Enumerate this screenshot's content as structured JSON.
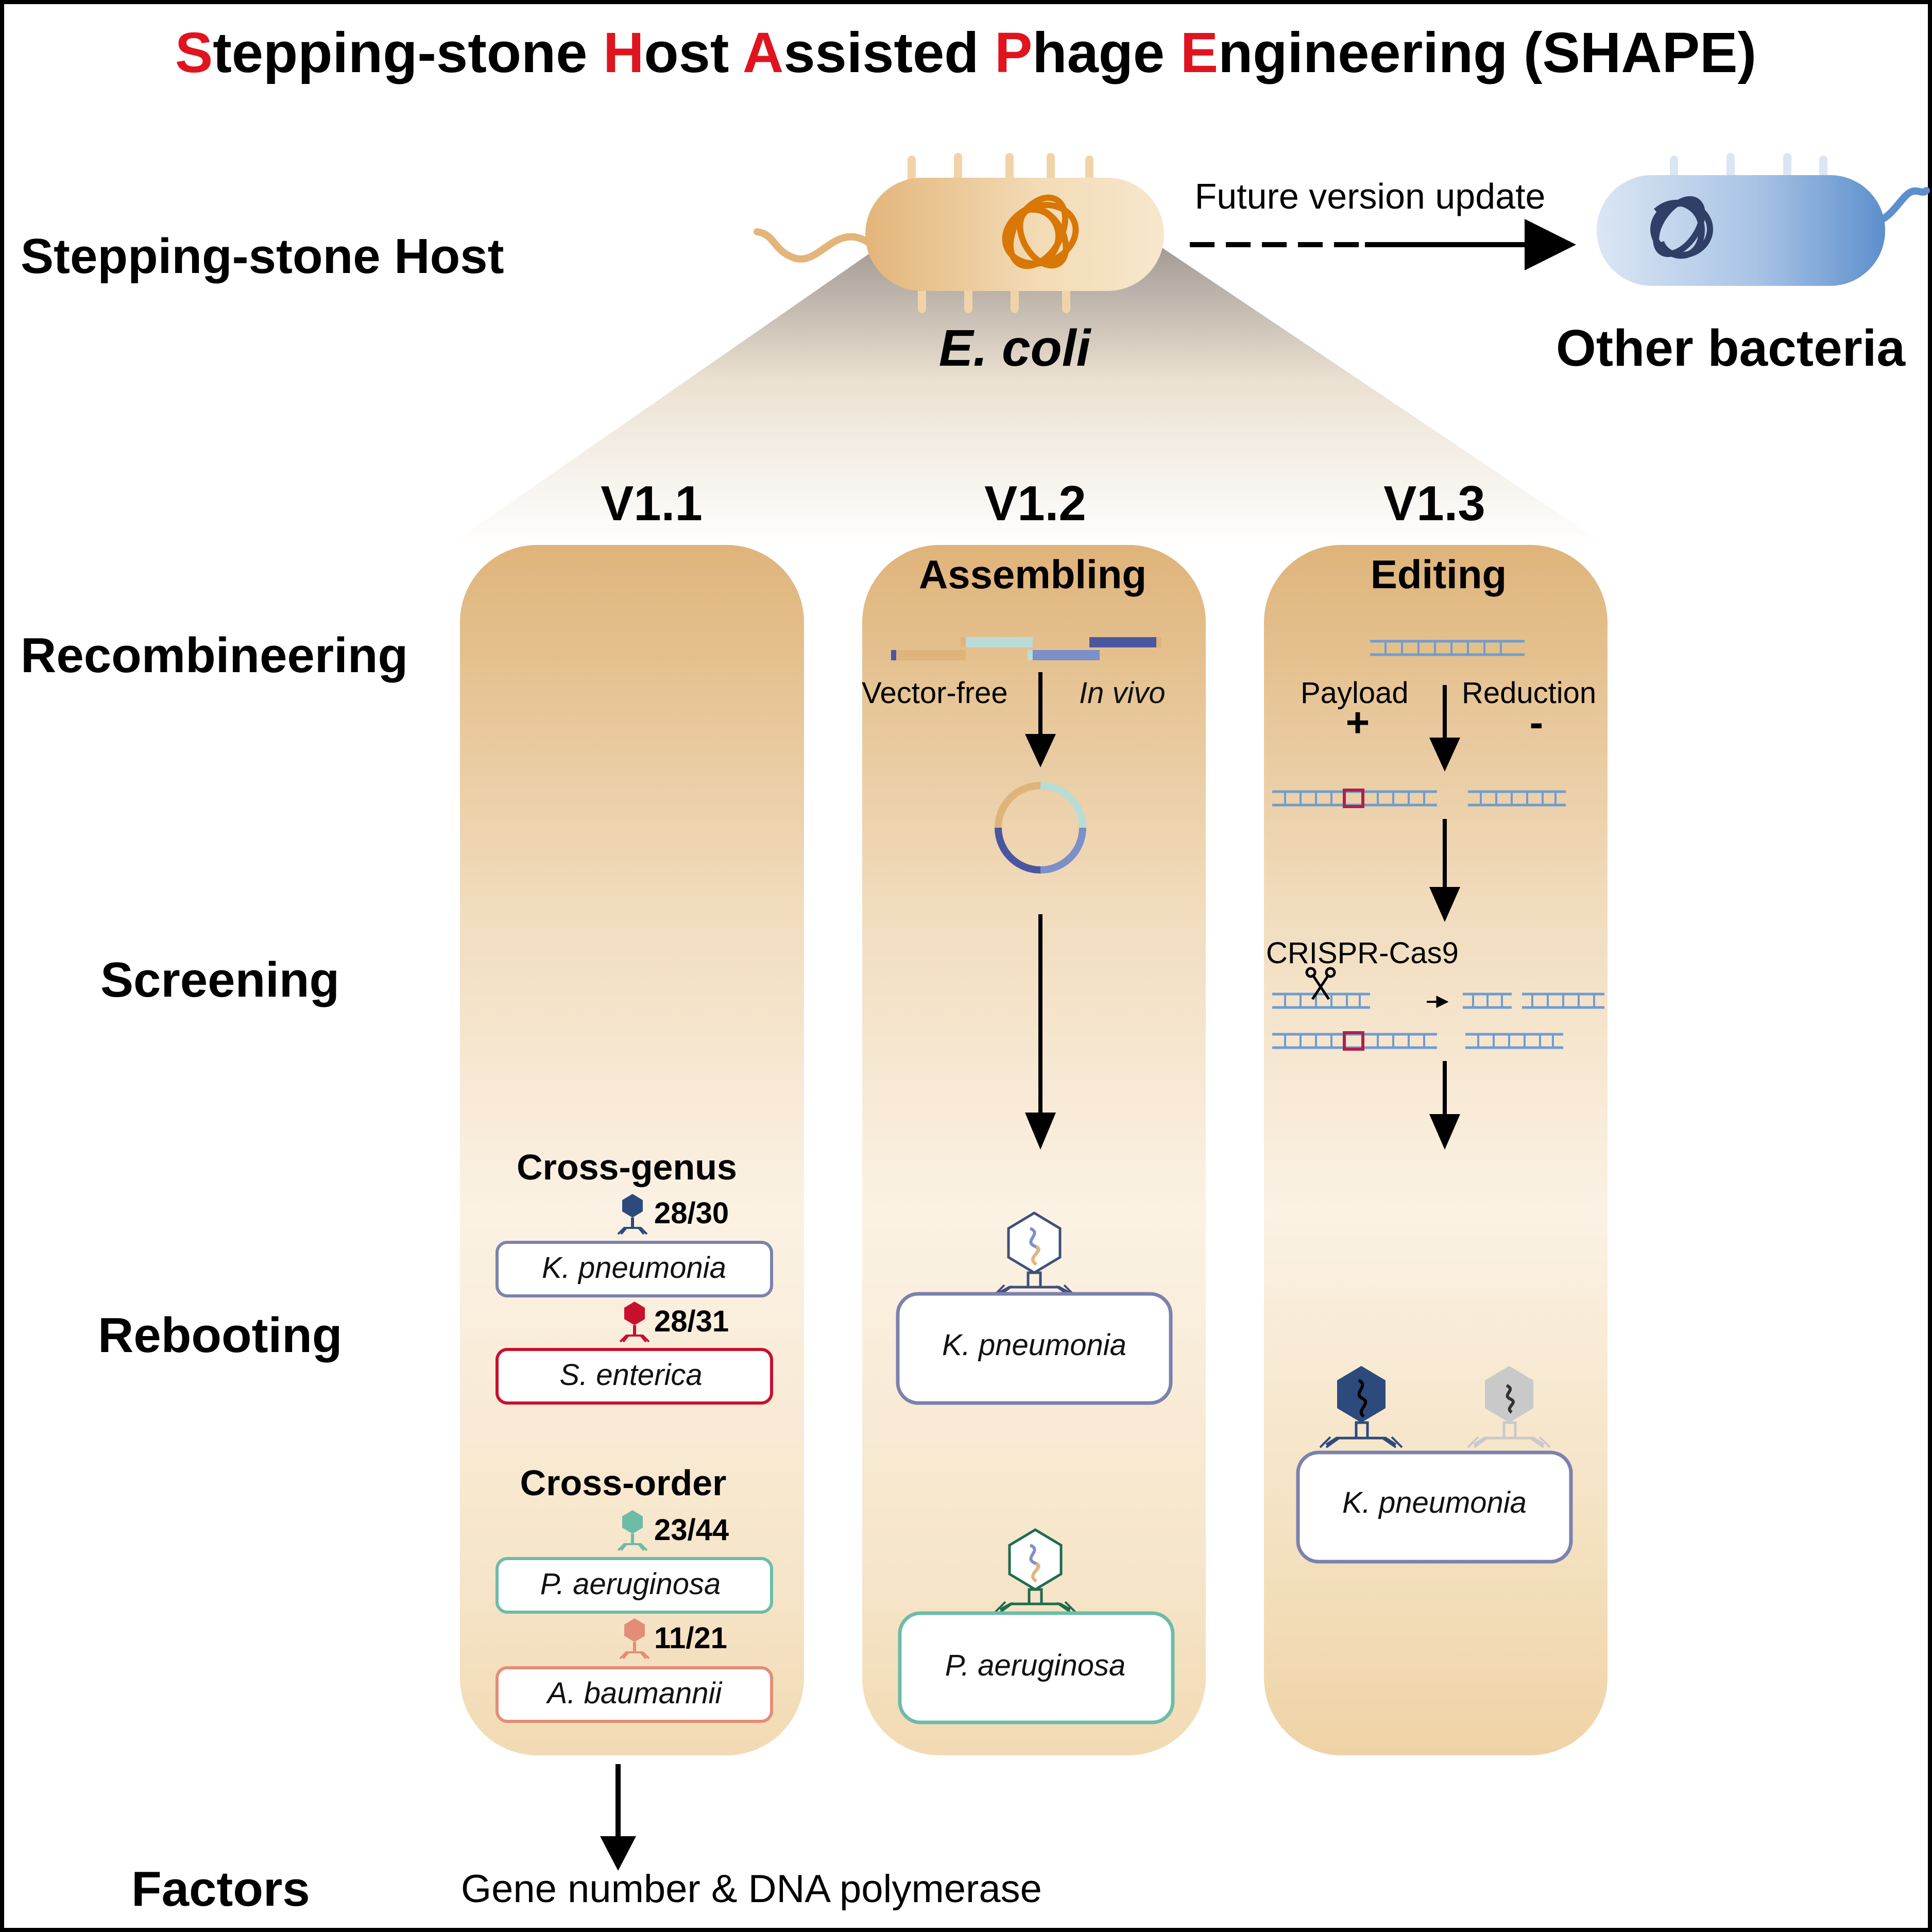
{
  "colors": {
    "accent_red": "#e0141e",
    "ecoli_gold": "#e4b97c",
    "other_blue": "#8aaed8",
    "kp_purple": "#7c82ad",
    "se_red": "#c8102e",
    "pa_teal": "#6cbca8",
    "ab_salmon": "#e38d77"
  },
  "title": {
    "w1_first": "S",
    "w1_rest": "tepping-stone ",
    "w2_first": "H",
    "w2_rest": "ost ",
    "w3_first": "A",
    "w3_rest": "ssisted ",
    "w4_first": "P",
    "w4_rest": "hage ",
    "w5_first": "E",
    "w5_rest": "ngineering (SHAPE)"
  },
  "row_labels": {
    "host": "Stepping-stone Host",
    "recombineering": "Recombineering",
    "screening": "Screening",
    "rebooting": "Rebooting",
    "factors": "Factors"
  },
  "host": {
    "ecoli": "E. coli",
    "arrow_label": "Future version update",
    "other": "Other bacteria"
  },
  "versions": {
    "v11": {
      "label": "V1.1",
      "cross_genus": "Cross-genus",
      "cross_order": "Cross-order",
      "hosts": [
        {
          "ratio": "28/30",
          "name": "K. pneumonia"
        },
        {
          "ratio": "28/31",
          "name": "S. enterica"
        },
        {
          "ratio": "23/44",
          "name": "P. aeruginosa"
        },
        {
          "ratio": "11/21",
          "name": "A. baumannii"
        }
      ]
    },
    "v12": {
      "label": "V1.2",
      "heading": "Assembling",
      "left_note": "Vector-free",
      "right_note": "In vivo",
      "hosts": [
        "K. pneumonia",
        "P. aeruginosa"
      ]
    },
    "v13": {
      "label": "V1.3",
      "heading": "Editing",
      "left_note": "Payload",
      "right_note": "Reduction",
      "plus": "+",
      "minus": "-",
      "crispr": "CRISPR-Cas9",
      "host": "K. pneumonia"
    }
  },
  "factors_text": "Gene number & DNA polymerase"
}
